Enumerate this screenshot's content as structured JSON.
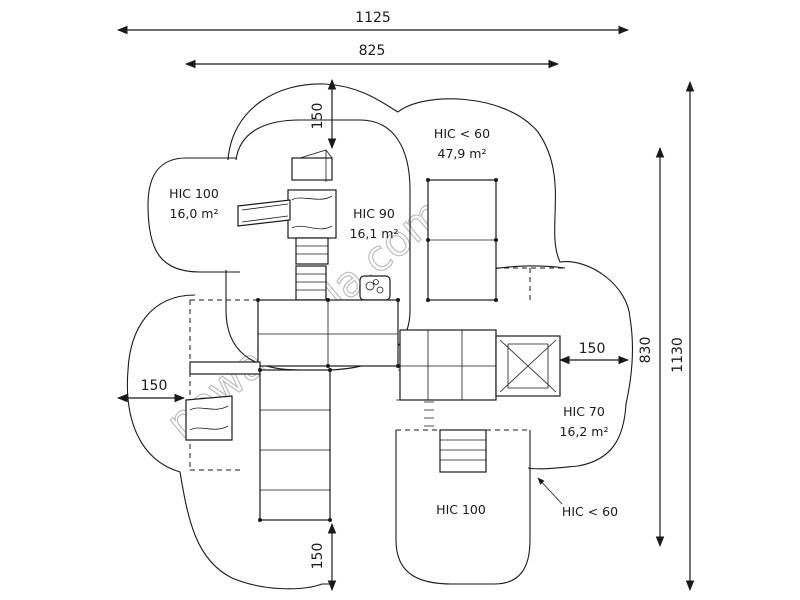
{
  "dimensions": {
    "top_overall": "1125",
    "top_inner": "825",
    "right_inner": "830",
    "right_overall": "1130",
    "left_clearance": "150",
    "top_clearance": "150",
    "right_clearance": "150",
    "bottom_clearance": "150"
  },
  "zones": {
    "hic_lt60_top": {
      "label": "HIC < 60",
      "area": "47,9 m²"
    },
    "hic_100_left": {
      "label": "HIC 100",
      "area": "16,0 m²"
    },
    "hic_90": {
      "label": "HIC 90",
      "area": "16,1 m²"
    },
    "hic_70": {
      "label": "HIC 70",
      "area": "16,2 m²"
    },
    "hic_100_bottom": {
      "label": "HIC 100"
    },
    "hic_lt60_callout": {
      "label": "HIC < 60"
    }
  },
  "watermark": "nowaszkola.com"
}
